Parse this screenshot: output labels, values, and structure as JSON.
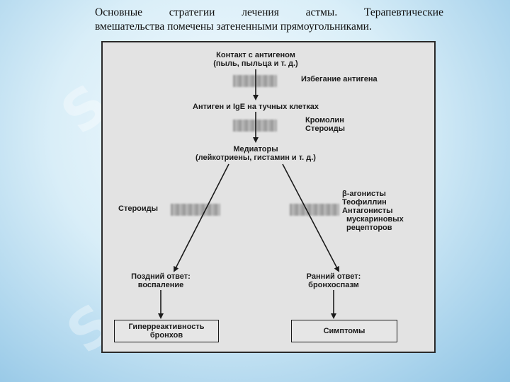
{
  "caption": {
    "line1": "Основные стратегии лечения астмы. Терапевтические",
    "line2": "вмешательства помечены затененными прямоугольниками."
  },
  "diagram": {
    "antigen_contact": {
      "line1": "Контакт с антигеном",
      "line2": "(пыль, пыльца и т. д.)"
    },
    "avoid_antigen": "Избегание антигена",
    "antigen_ige": "Антиген и IgE на тучных клетках",
    "cromolyn": {
      "line1": "Кромолин",
      "line2": "Стероиды"
    },
    "mediators": {
      "line1": "Медиаторы",
      "line2": "(лейкотриены, гистамин и т. д.)"
    },
    "steroids": "Стероиды",
    "bronchodilators": {
      "line1": "β-агонисты",
      "line2": "Теофиллин",
      "line3": "Антагонисты",
      "line4": "мускариновых",
      "line5": "рецепторов"
    },
    "late_response": {
      "line1": "Поздний ответ:",
      "line2": "воспаление"
    },
    "early_response": {
      "line1": "Ранний ответ:",
      "line2": "бронхоспазм"
    },
    "hyperreactivity": {
      "line1": "Гиперреактивность",
      "line2": "бронхов"
    },
    "symptoms": "Симптомы"
  }
}
